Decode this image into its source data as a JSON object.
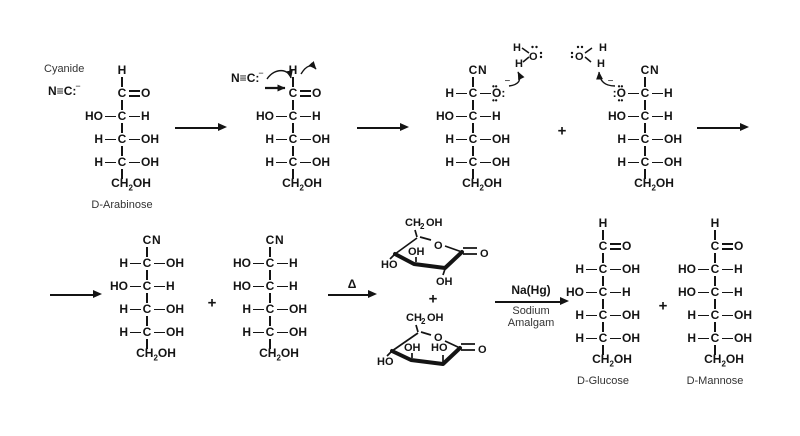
{
  "scheme": {
    "cyanide_label": "Cyanide",
    "plus": "+",
    "delta": "Δ",
    "na_hg": "Na(Hg)",
    "sodium": "Sodium",
    "amalgam": "Amalgam",
    "minus": "−",
    "lone_pair": "••",
    "colon": ":",
    "water": {
      "h": "H",
      "o": "O"
    },
    "ion": {
      "n": "N",
      "triple": "≡",
      "c": "C",
      "lp": ":",
      "minus": "−"
    }
  },
  "structures": {
    "arabinose": {
      "cho": {
        "h": "H",
        "c": "C",
        "o": "O"
      },
      "rows": [
        {
          "l": "HO",
          "c": "C",
          "r": "H"
        },
        {
          "l": "H",
          "c": "C",
          "r": "OH"
        },
        {
          "l": "H",
          "c": "C",
          "r": "OH"
        }
      ],
      "bottom": {
        "a": "CH",
        "s": "2",
        "b": "OH"
      },
      "label": "D-Arabinose"
    },
    "attacked": {
      "cho": {
        "h": "H",
        "c": "C",
        "o": "O"
      },
      "rows": [
        {
          "l": "HO",
          "c": "C",
          "r": "H"
        },
        {
          "l": "H",
          "c": "C",
          "r": "OH"
        },
        {
          "l": "H",
          "c": "C",
          "r": "OH"
        }
      ],
      "bottom": {
        "a": "CH",
        "s": "2",
        "b": "OH"
      }
    },
    "alkoxide_a": {
      "cn": {
        "c": "C",
        "n": "N"
      },
      "c1": {
        "l": "H",
        "c": "C",
        "o": "O"
      },
      "rows": [
        {
          "l": "HO",
          "c": "C",
          "r": "H"
        },
        {
          "l": "H",
          "c": "C",
          "r": "OH"
        },
        {
          "l": "H",
          "c": "C",
          "r": "OH"
        }
      ],
      "bottom": {
        "a": "CH",
        "s": "2",
        "b": "OH"
      }
    },
    "alkoxide_b": {
      "cn": {
        "c": "C",
        "n": "N"
      },
      "c1": {
        "o": "O",
        "c": "C",
        "r": "H"
      },
      "rows": [
        {
          "l": "HO",
          "c": "C",
          "r": "H"
        },
        {
          "l": "H",
          "c": "C",
          "r": "OH"
        },
        {
          "l": "H",
          "c": "C",
          "r": "OH"
        }
      ],
      "bottom": {
        "a": "CH",
        "s": "2",
        "b": "OH"
      }
    },
    "cyanohydrin_a": {
      "cn": {
        "c": "C",
        "n": "N"
      },
      "rows": [
        {
          "l": "H",
          "c": "C",
          "r": "OH"
        },
        {
          "l": "HO",
          "c": "C",
          "r": "H"
        },
        {
          "l": "H",
          "c": "C",
          "r": "OH"
        },
        {
          "l": "H",
          "c": "C",
          "r": "OH"
        }
      ],
      "bottom": {
        "a": "CH",
        "s": "2",
        "b": "OH"
      }
    },
    "cyanohydrin_b": {
      "cn": {
        "c": "C",
        "n": "N"
      },
      "rows": [
        {
          "l": "HO",
          "c": "C",
          "r": "H"
        },
        {
          "l": "HO",
          "c": "C",
          "r": "H"
        },
        {
          "l": "H",
          "c": "C",
          "r": "OH"
        },
        {
          "l": "H",
          "c": "C",
          "r": "OH"
        }
      ],
      "bottom": {
        "a": "CH",
        "s": "2",
        "b": "OH"
      }
    },
    "glucose": {
      "cho": {
        "h": "H",
        "c": "C",
        "o": "O"
      },
      "rows": [
        {
          "l": "H",
          "c": "C",
          "r": "OH"
        },
        {
          "l": "HO",
          "c": "C",
          "r": "H"
        },
        {
          "l": "H",
          "c": "C",
          "r": "OH"
        },
        {
          "l": "H",
          "c": "C",
          "r": "OH"
        }
      ],
      "bottom": {
        "a": "CH",
        "s": "2",
        "b": "OH"
      },
      "label": "D-Glucose"
    },
    "mannose": {
      "cho": {
        "h": "H",
        "c": "C",
        "o": "O"
      },
      "rows": [
        {
          "l": "HO",
          "c": "C",
          "r": "H"
        },
        {
          "l": "HO",
          "c": "C",
          "r": "H"
        },
        {
          "l": "H",
          "c": "C",
          "r": "OH"
        },
        {
          "l": "H",
          "c": "C",
          "r": "OH"
        }
      ],
      "bottom": {
        "a": "CH",
        "s": "2",
        "b": "OH"
      },
      "label": "D-Mannose"
    },
    "lactone_a": {
      "ch2oh": {
        "a": "CH",
        "s": "2",
        "b": "OH"
      },
      "ring_o": "O",
      "carbonyl_o": "O",
      "oh_c3": "OH",
      "ho_c4": "HO",
      "oh_c2": "OH"
    },
    "lactone_b": {
      "ch2oh": {
        "a": "CH",
        "s": "2",
        "b": "OH"
      },
      "ring_o": "O",
      "carbonyl_o": "O",
      "oh_c3": "OH",
      "ho_c2": "HO",
      "ho_c4": "HO"
    }
  }
}
